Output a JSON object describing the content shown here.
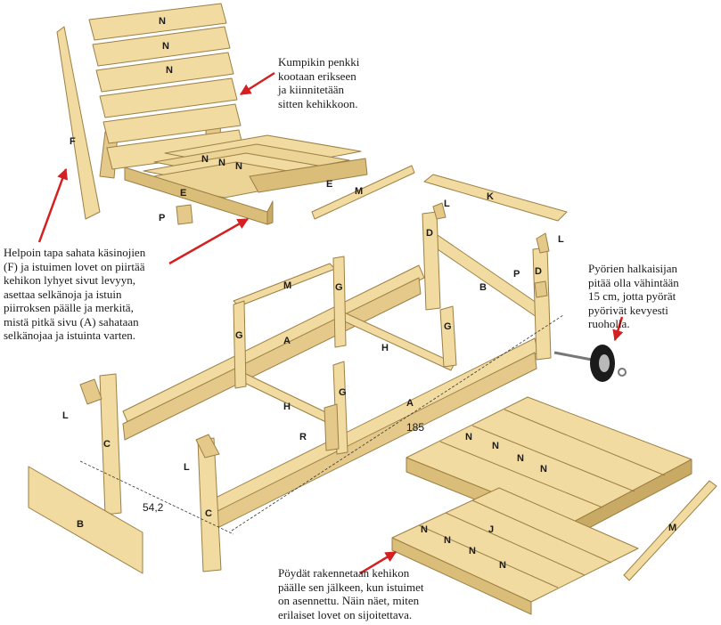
{
  "notes": {
    "bench": [
      "Kumpikin penkki",
      "kootaan erikseen",
      "ja kiinnitetään",
      "sitten kehikkoon."
    ],
    "cutouts": [
      "Helpoin tapa sahata käsinojien",
      "(F) ja istuimen lovet on piirtää",
      "kehikon lyhyet sivut levyyn,",
      "asettaa selkänoja ja istuin",
      "piirroksen päälle ja merkitä,",
      "mistä pitkä sivu (A) sahataan",
      "selkänojaa ja istuinta varten."
    ],
    "wheels": [
      "Pyörien halkaisijan",
      "pitää olla vähintään",
      "15 cm, jotta pyörät",
      "pyörivät kevyesti",
      "ruoholla."
    ],
    "tables": [
      "Pöydät rakennetaan kehikon",
      "päälle sen jälkeen, kun istuimet",
      "on asennettu. Näin näet, miten",
      "erilaiset lovet on sijoitettava."
    ]
  },
  "dimensions": {
    "length": "185",
    "width": "54,2"
  },
  "part_labels": {
    "n": "N",
    "f": "F",
    "e": "E",
    "p": "P",
    "m": "M",
    "k": "K",
    "l": "L",
    "d": "D",
    "b": "B",
    "g": "G",
    "a": "A",
    "h": "H",
    "c": "C",
    "r": "R",
    "j": "J"
  },
  "colors": {
    "wood": "#f1dba0",
    "wood_dark": "#d9bd78",
    "wood_edge": "#9c7f45",
    "arrow": "#d42020",
    "wheel": "#1b1b1b",
    "text": "#1a1a1a"
  }
}
